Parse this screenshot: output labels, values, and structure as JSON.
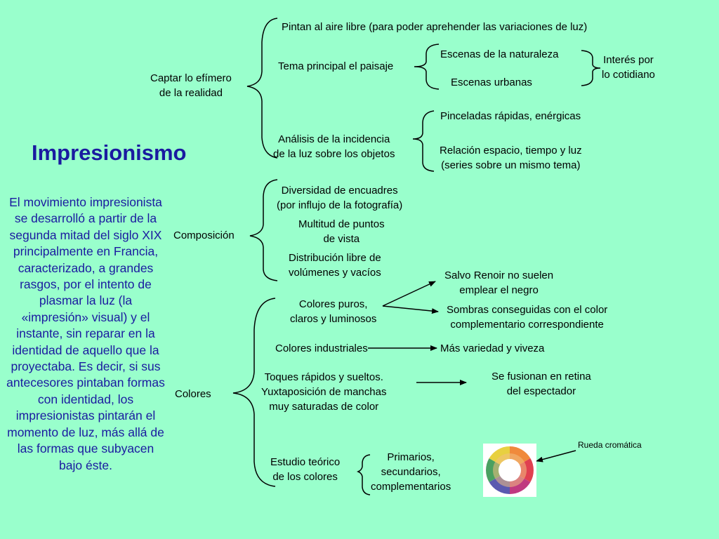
{
  "title": "Impresionismo",
  "description": "El movimiento impresionista se desarrolló a partir de la segunda mitad del siglo XIX principalmente en Francia, caracterizado, a grandes rasgos, por el intento de plasmar la luz (la «impresión» visual) y el instante, sin reparar en la identidad de aquello que la proyectaba. Es decir, si sus antecesores pintaban formas con identidad, los impresionistas pintarán el momento de luz, más allá de las formas que subyacen bajo éste.",
  "captar": {
    "label_1": "Captar lo efímero",
    "label_2": "de la realidad",
    "aire_libre": "Pintan al aire libre (para poder aprehender las variaciones de luz)",
    "tema": "Tema principal el paisaje",
    "escenas_naturaleza": "Escenas de la naturaleza",
    "escenas_urbanas": "Escenas urbanas",
    "interes_1": "Interés por",
    "interes_2": "lo cotidiano",
    "analisis_1": "Análisis de la incidencia",
    "analisis_2": "de la luz sobre los objetos",
    "pinceladas": "Pinceladas rápidas, enérgicas",
    "relacion_1": "Relación espacio,  tiempo y luz",
    "relacion_2": "(series sobre un mismo tema)"
  },
  "composicion": {
    "label": "Composición",
    "encuadres_1": "Diversidad de encuadres",
    "encuadres_2": "(por influjo de la fotografía)",
    "puntos_1": "Multitud de puntos",
    "puntos_2": "de vista",
    "volumenes_1": "Distribución libre de",
    "volumenes_2": "volúmenes y vacíos"
  },
  "colores": {
    "label": "Colores",
    "puros_1": "Colores puros,",
    "puros_2": "claros y luminosos",
    "renoir_1": "Salvo Renoir no suelen",
    "renoir_2": "emplear el negro",
    "sombras_1": "Sombras conseguidas con el color",
    "sombras_2": "complementario correspondiente",
    "industriales": "Colores industriales",
    "variedad": "Más variedad y viveza",
    "toques_1": "Toques rápidos y sueltos.",
    "toques_2": "Yuxtaposición de  manchas",
    "toques_3": "muy saturadas de color",
    "fusionan_1": "Se fusionan en retina",
    "fusionan_2": "del espectador",
    "estudio_1": "Estudio teórico",
    "estudio_2": "de los colores",
    "primarios_1": "Primarios,",
    "primarios_2": "secundarios,",
    "primarios_3": "complementarios",
    "rueda": "Rueda cromática"
  },
  "accent_color": "#1a1aa0"
}
